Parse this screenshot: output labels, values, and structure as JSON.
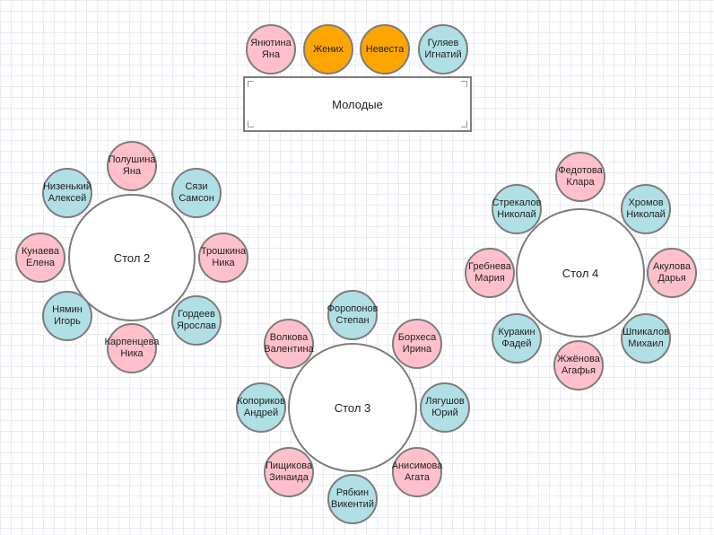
{
  "colors": {
    "female": "#ffc0cb",
    "male": "#b0dfe5",
    "couple": "#ffa500",
    "stroke": "#7d7d7d"
  },
  "head_table": {
    "label": "Молодые",
    "guests": [
      {
        "id": "yanyutina-yana",
        "first": "Янютина",
        "second": "Яна",
        "kind": "f"
      },
      {
        "id": "zhenikh",
        "first": "Жених",
        "second": "",
        "kind": "c"
      },
      {
        "id": "nevesta",
        "first": "Невеста",
        "second": "",
        "kind": "c"
      },
      {
        "id": "gulyaev-ignatiy",
        "first": "Гуляев",
        "second": "Игнатий",
        "kind": "m"
      }
    ]
  },
  "tables": [
    {
      "id": "table-2",
      "label": "Стол 2",
      "guests": [
        {
          "id": "polushina-yana",
          "first": "Полушина",
          "second": "Яна",
          "kind": "f"
        },
        {
          "id": "syazi-samson",
          "first": "Сязи",
          "second": "Самсон",
          "kind": "m"
        },
        {
          "id": "troshkina-nika",
          "first": "Трошкина",
          "second": "Ника",
          "kind": "f"
        },
        {
          "id": "gordeev-yaroslav",
          "first": "Гордеев",
          "second": "Ярослав",
          "kind": "m"
        },
        {
          "id": "karpentseva-nika",
          "first": "Карпенцева",
          "second": "Ника",
          "kind": "f"
        },
        {
          "id": "nyamin-igor",
          "first": "Нямин",
          "second": "Игорь",
          "kind": "m"
        },
        {
          "id": "kunaeva-elena",
          "first": "Кунаева",
          "second": "Елена",
          "kind": "f"
        },
        {
          "id": "nizenkiy-aleksey",
          "first": "Низенький",
          "second": "Алексей",
          "kind": "m"
        }
      ]
    },
    {
      "id": "table-3",
      "label": "Стол 3",
      "guests": [
        {
          "id": "foroponov-stepan",
          "first": "Форопонов",
          "second": "Степан",
          "kind": "m"
        },
        {
          "id": "borkhesa-irina",
          "first": "Борхеса",
          "second": "Ирина",
          "kind": "f"
        },
        {
          "id": "lyagushov-yuriy",
          "first": "Лягушов",
          "second": "Юрий",
          "kind": "m"
        },
        {
          "id": "anisimova-agata",
          "first": "Анисимова",
          "second": "Агата",
          "kind": "f"
        },
        {
          "id": "ryabkin-vikentiy",
          "first": "Рябкин",
          "second": "Викентий",
          "kind": "m"
        },
        {
          "id": "pishchikova-zinaida",
          "first": "Пищикова",
          "second": "Зинаида",
          "kind": "f"
        },
        {
          "id": "koporikov-andrey",
          "first": "Копориков",
          "second": "Андрей",
          "kind": "m"
        },
        {
          "id": "volkova-valentina",
          "first": "Волкова",
          "second": "Валентина",
          "kind": "f"
        }
      ]
    },
    {
      "id": "table-4",
      "label": "Стол 4",
      "guests": [
        {
          "id": "fedotova-klara",
          "first": "Федотова",
          "second": "Клара",
          "kind": "f"
        },
        {
          "id": "khromov-nikolay",
          "first": "Хромов",
          "second": "Николай",
          "kind": "m"
        },
        {
          "id": "akulova-darya",
          "first": "Акулова",
          "second": "Дарья",
          "kind": "f"
        },
        {
          "id": "shpikalov-mikhail",
          "first": "Шпикалов",
          "second": "Михаил",
          "kind": "m"
        },
        {
          "id": "zhyonova-agafya",
          "first": "Жжёнова",
          "second": "Агафья",
          "kind": "f"
        },
        {
          "id": "kurakin-fadey",
          "first": "Куракин",
          "second": "Фадей",
          "kind": "m"
        },
        {
          "id": "grebneva-mariya",
          "first": "Гребнева",
          "second": "Мария",
          "kind": "f"
        },
        {
          "id": "strekalov-nikolay",
          "first": "Стрекалов",
          "second": "Николай",
          "kind": "m"
        }
      ]
    }
  ]
}
